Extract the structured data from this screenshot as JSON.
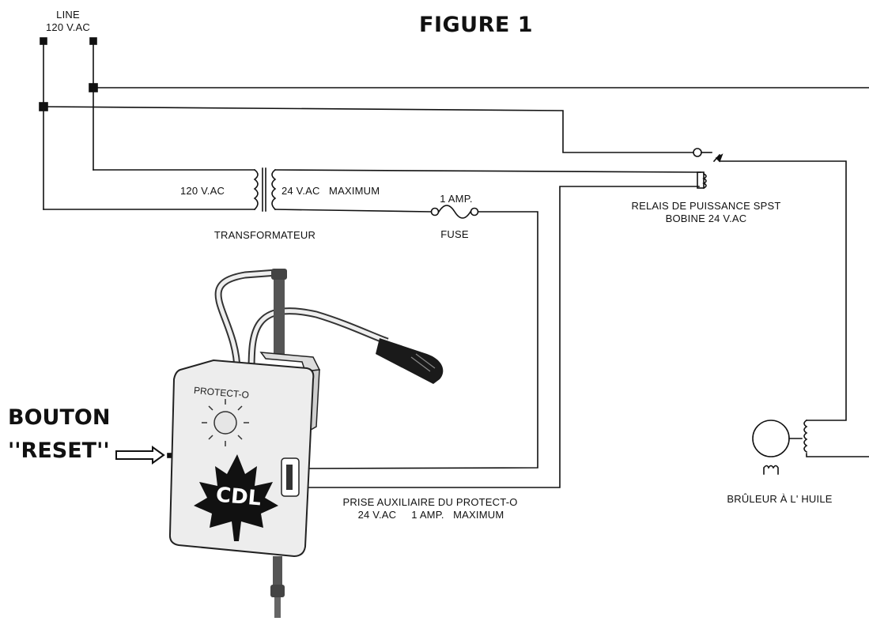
{
  "figure_title": "FIGURE 1",
  "line_supply": {
    "line1": "LINE",
    "line2": "120 V.AC"
  },
  "transformer": {
    "primary_label": "120 V.AC",
    "secondary_label": "24 V.AC   MAXIMUM",
    "name": "TRANSFORMATEUR"
  },
  "fuse": {
    "rating": "1 AMP.",
    "name": "FUSE"
  },
  "relay": {
    "line1": "RELAIS DE PUISSANCE SPST",
    "line2": "BOBINE 24 V.AC"
  },
  "device": {
    "brand": "PROTECT-O",
    "logo_text": "CDL"
  },
  "aux_outlet": {
    "line1": "PRISE AUXILIAIRE DU PROTECT-O",
    "line2": "24 V.AC     1 AMP.   MAXIMUM"
  },
  "burner": {
    "name": "BRÛLEUR À L' HUILE"
  },
  "reset_button": {
    "line1": "BOUTON",
    "line2": "''RESET''"
  }
}
